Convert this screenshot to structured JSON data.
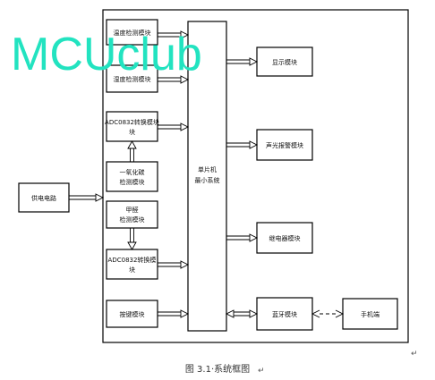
{
  "watermark": "MCUclub",
  "blocks": {
    "power": "供电电路",
    "m1": "温度检测模块",
    "m2": "湿度检测模块",
    "m3": [
      "ADC0832转换模块",
      "块"
    ],
    "m4": [
      "一氧化碳",
      "检测模块"
    ],
    "m5": [
      "甲醛",
      "检测模块"
    ],
    "m6": [
      "ADC0832转换模",
      "块"
    ],
    "m7": "按键模块",
    "mcu": [
      "单片机",
      "最小系统"
    ],
    "r1": "显示模块",
    "r2": "声光报警模块",
    "r3": "继电器模块",
    "r4": "蓝牙模块",
    "phone": "手机端"
  },
  "caption": "图 3.1·系统框图",
  "marks": {
    "return": "↵",
    "caption_return": "↵"
  }
}
